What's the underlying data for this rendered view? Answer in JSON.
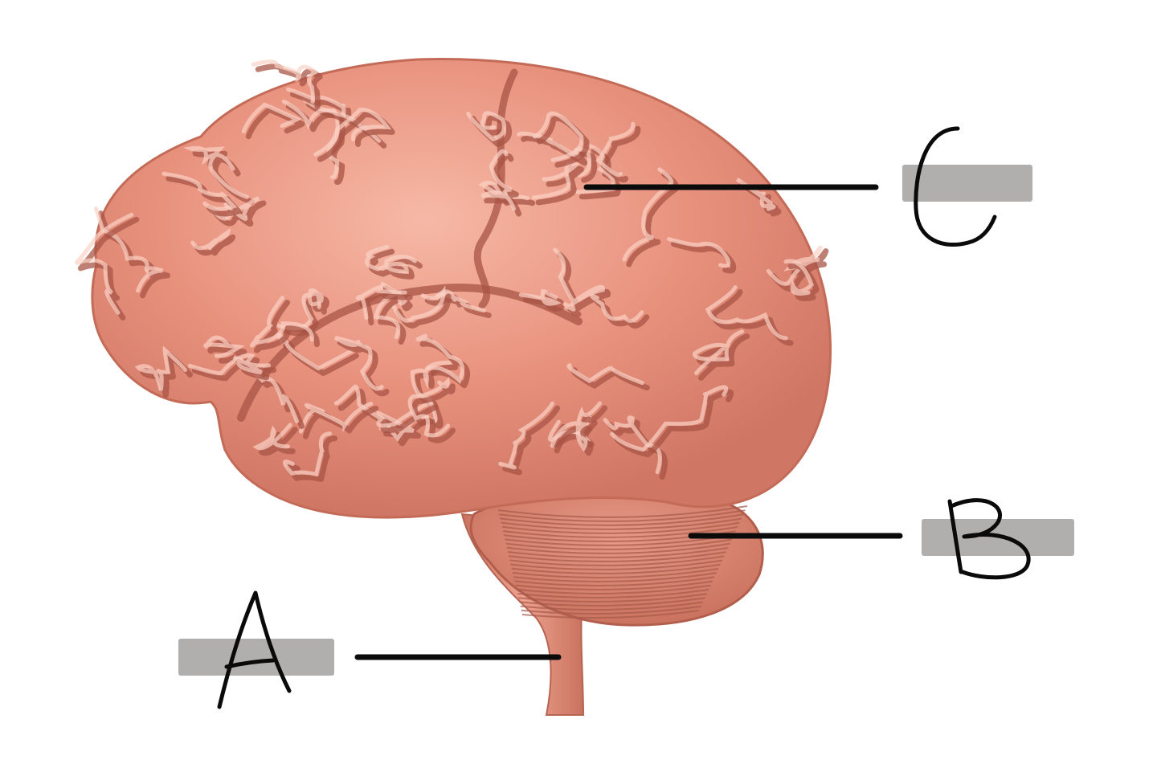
{
  "diagram": {
    "subject": "brain-lateral-view",
    "colors": {
      "background": "#ffffff",
      "brain_tissue": "#e8927e",
      "brain_highlight": "#f6b9a6",
      "sulcus_shadow": "#a85446",
      "cerebellum": "#d9806c",
      "brainstem": "#e1907c",
      "label_box": "#a9a6a4",
      "ink": "#0b0b0b"
    },
    "labels": [
      {
        "id": "A",
        "text": "A",
        "target": "brainstem"
      },
      {
        "id": "B",
        "text": "B",
        "target": "cerebellum"
      },
      {
        "id": "C",
        "text": "C",
        "target": "cerebrum"
      }
    ]
  }
}
